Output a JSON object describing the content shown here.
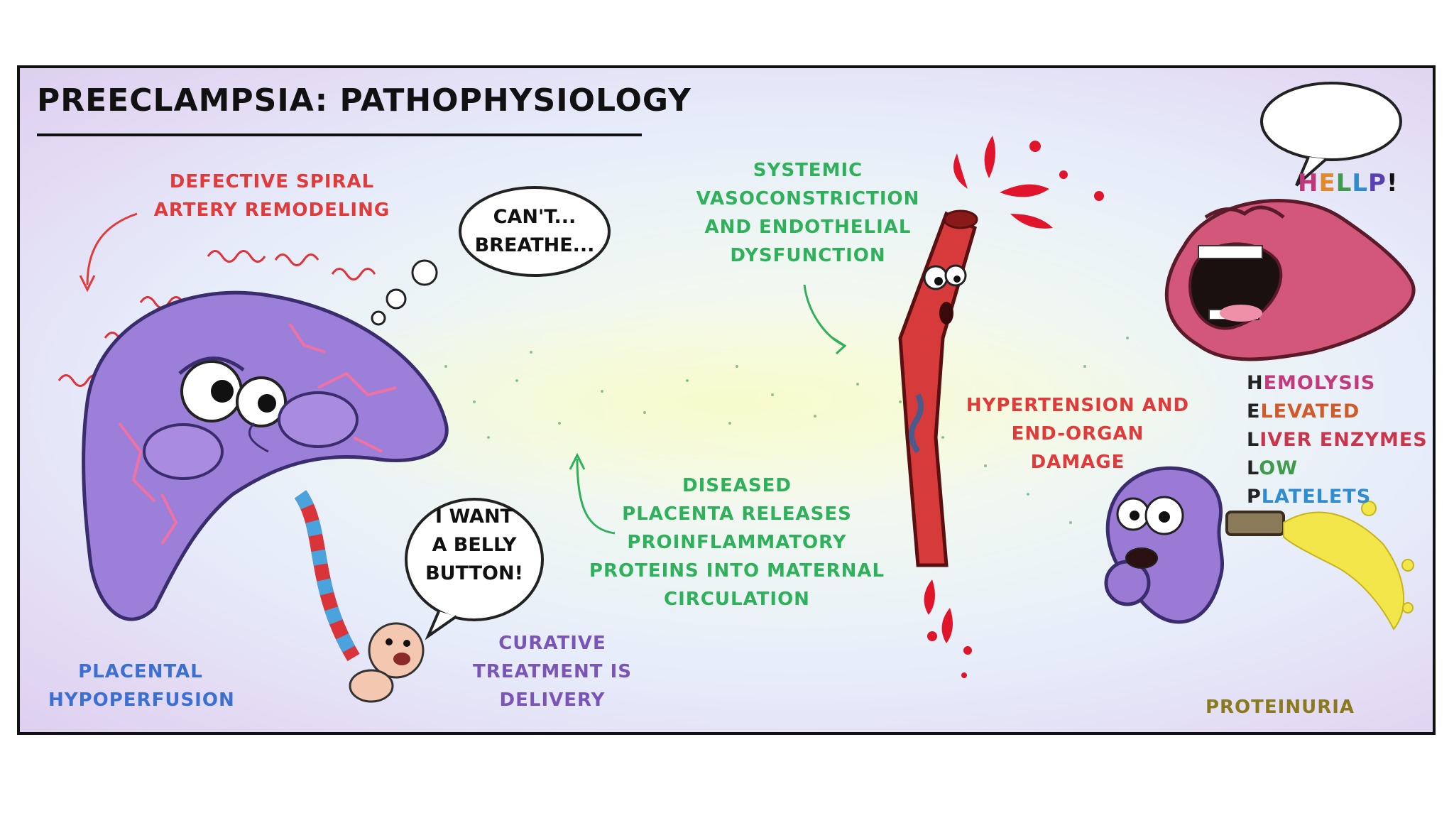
{
  "title": "PREECLAMPSIA: PATHOPHYSIOLOGY",
  "labels": {
    "spiral_artery": "DEFECTIVE SPIRAL\nARTERY REMODELING",
    "placental_hypoperfusion": "PLACENTAL\nHYPOPERFUSION",
    "systemic": "SYSTEMIC\nVASOCONSTRICTION\nAND ENDOTHELIAL\nDYSFUNCTION",
    "diseased_placenta": "DISEASED\nPLACENTA RELEASES\nPROINFLAMMATORY\nPROTEINS INTO MATERNAL\nCIRCULATION",
    "curative": "CURATIVE\nTREATMENT IS\nDELIVERY",
    "hypertension": "HYPERTENSION AND\nEND-ORGAN\nDAMAGE",
    "proteinuria": "PROTEINURIA"
  },
  "bubbles": {
    "placenta_thought": "CAN'T...\nBREATHE...",
    "baby_speech": "I WANT\nA BELLY\nBUTTON!",
    "liver_speech_letters": [
      "H",
      "E",
      "L",
      "L",
      "P",
      "!"
    ],
    "liver_speech_colors": [
      "#c2357a",
      "#e4892a",
      "#3f9a4c",
      "#2e8ccf",
      "#5a3fb0",
      "#111111"
    ]
  },
  "hellp_list": [
    {
      "first": "H",
      "rest": "EMOLYSIS"
    },
    {
      "first": "E",
      "rest": "LEVATED"
    },
    {
      "first": "L",
      "rest": "IVER ENZYMES"
    },
    {
      "first": "L",
      "rest": "OW"
    },
    {
      "first": "P",
      "rest": "LATELETS"
    }
  ],
  "colors": {
    "red_text": "#e03a3a",
    "green_text": "#2fb05a",
    "blue_text": "#3b6fd1",
    "purple_text": "#7b54b8",
    "olive_text": "#8a7a1e",
    "placenta": "#9b7fd8",
    "vessel": "#d63a3a",
    "liver": "#d2577a",
    "kidney": "#9b7ad6"
  },
  "icons": [
    "placenta-character",
    "spiral-artery-icon",
    "umbilical-cord-icon",
    "baby-icon",
    "blood-vessel-character",
    "blood-splash-icon",
    "liver-character",
    "kidney-character",
    "urine-stream-icon",
    "arrow-icon"
  ]
}
